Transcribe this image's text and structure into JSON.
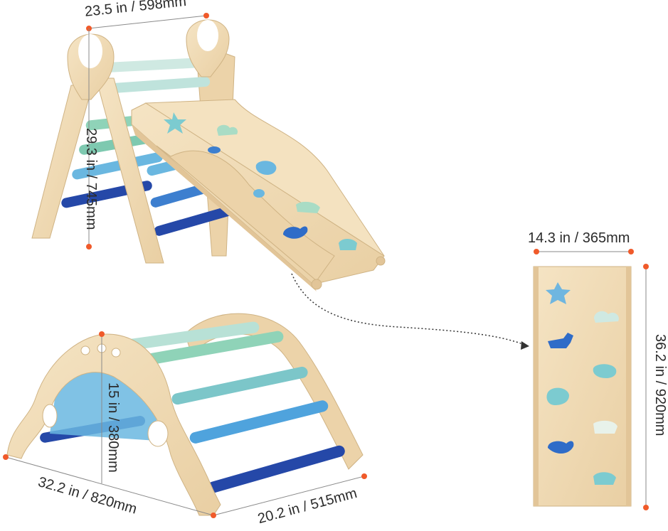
{
  "dimensions": {
    "triangle_width": "23.5 in / 598mm",
    "triangle_height": "29.3 in / 745mm",
    "ramp_width": "14.3 in / 365mm",
    "ramp_length": "36.2 in / 920mm",
    "arch_height": "15 in / 380mm",
    "arch_length": "32.2 in / 820mm",
    "arch_depth": "20.2 in / 515mm"
  },
  "colors": {
    "wood": "#f0dcb8",
    "wood_edge": "#d9bf92",
    "marker": "#f05a2a",
    "line": "#8a8a8a",
    "rung_light": "#bfe3dc",
    "rung_mint": "#8fd3b8",
    "rung_sky": "#6ab7e0",
    "rung_blue": "#3d7fcf",
    "rung_navy": "#2548a8"
  },
  "icons": [
    "star-hold-icon",
    "cloud-hold-icon",
    "dog-hold-icon",
    "hippo-hold-icon",
    "elephant-hold-icon",
    "polar-bear-hold-icon",
    "whale-hold-icon",
    "fish-hold-icon"
  ]
}
